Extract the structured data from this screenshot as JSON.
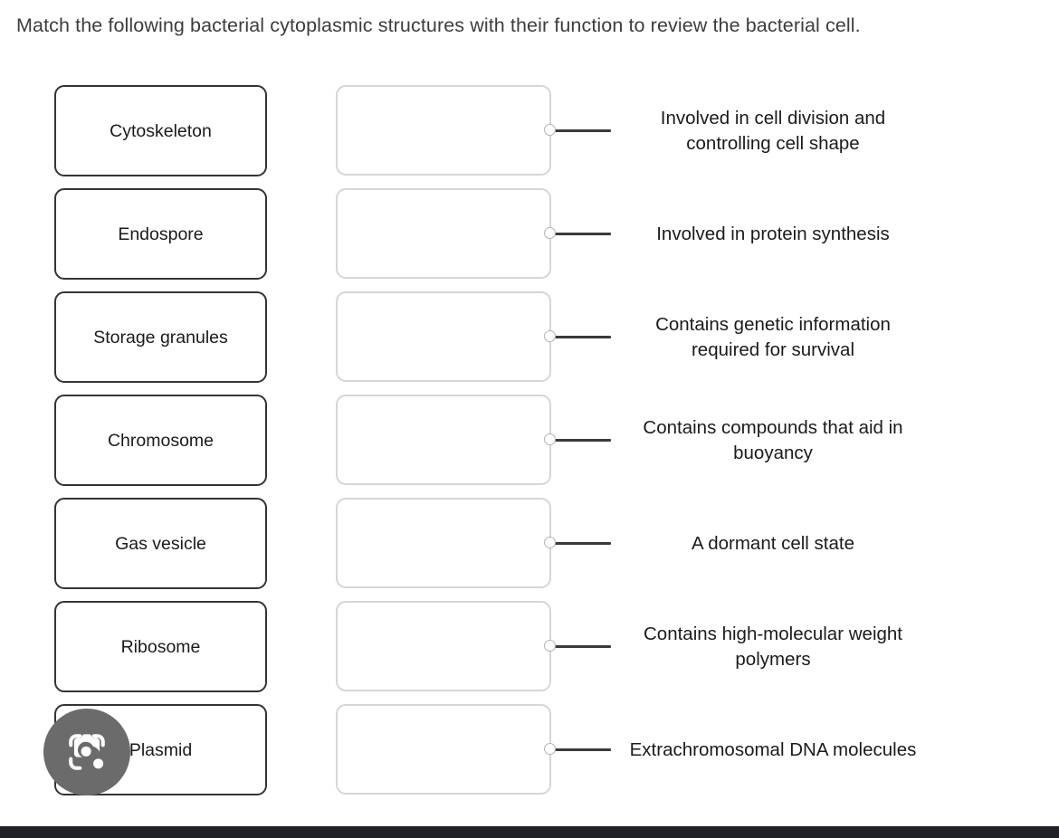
{
  "prompt": "Match the following bacterial cytoplasmic structures with their function to review the bacterial cell.",
  "colors": {
    "term_border": "#343434",
    "drop_border": "#d6d6d6",
    "wire": "#3a3a3a",
    "node_border": "#b4b4b4",
    "text": "#1b1b1b",
    "prompt_text": "#3d3d3d",
    "lens_circle": "#6b6b6b",
    "bottom_bar": "#202124"
  },
  "rows": [
    {
      "term": "Cytoskeleton",
      "answer": "",
      "definition": "Involved in cell division and controlling cell shape"
    },
    {
      "term": "Endospore",
      "answer": "",
      "definition": "Involved in protein synthesis"
    },
    {
      "term": "Storage granules",
      "answer": "",
      "definition": "Contains genetic information required for survival"
    },
    {
      "term": "Chromosome",
      "answer": "",
      "definition": "Contains compounds that aid in buoyancy"
    },
    {
      "term": "Gas vesicle",
      "answer": "",
      "definition": "A dormant cell state"
    },
    {
      "term": "Ribosome",
      "answer": "",
      "definition": "Contains high-molecular weight polymers"
    },
    {
      "term": "Plasmid",
      "answer": "",
      "definition": "Extrachromosomal DNA molecules"
    }
  ],
  "overlay": {
    "lens_icon": "google-lens-camera-icon"
  }
}
